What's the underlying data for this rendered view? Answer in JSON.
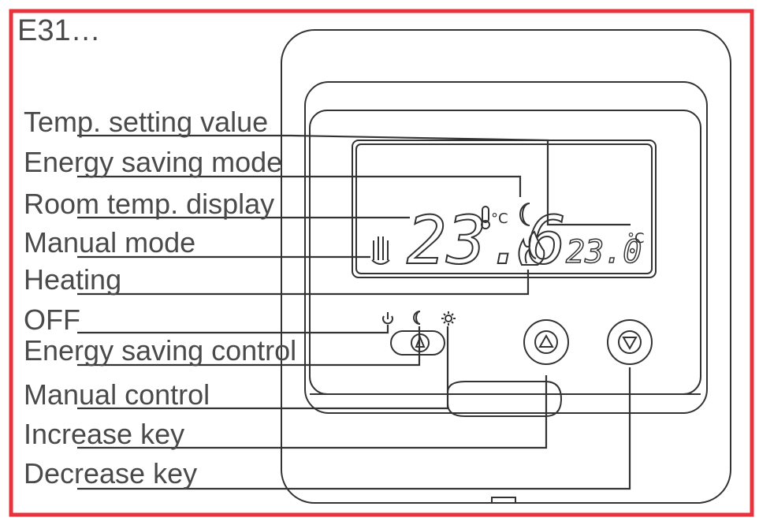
{
  "frame_color": "#e8323c",
  "model_label": "E31…",
  "labels": {
    "temp_setting": "Temp. setting value",
    "energy_saving_mode": "Energy saving mode",
    "room_temp_display": "Room temp. display",
    "manual_mode": "Manual mode",
    "heating": "Heating",
    "off": "OFF",
    "energy_saving_control": "Energy saving control",
    "manual_control": "Manual control",
    "increase_key": "Increase key",
    "decrease_key": "Decrease key"
  },
  "lcd": {
    "room_temp": "23.6",
    "set_temp": "23.0",
    "unit": "°C"
  },
  "icons": {
    "off": "power-icon",
    "energy_saving": "moon-icon",
    "manual": "sun-icon",
    "hand": "hand-icon",
    "flame": "flame-icon",
    "thermometer": "thermometer-icon",
    "increase": "up-arrow-icon",
    "decrease": "down-arrow-icon"
  }
}
